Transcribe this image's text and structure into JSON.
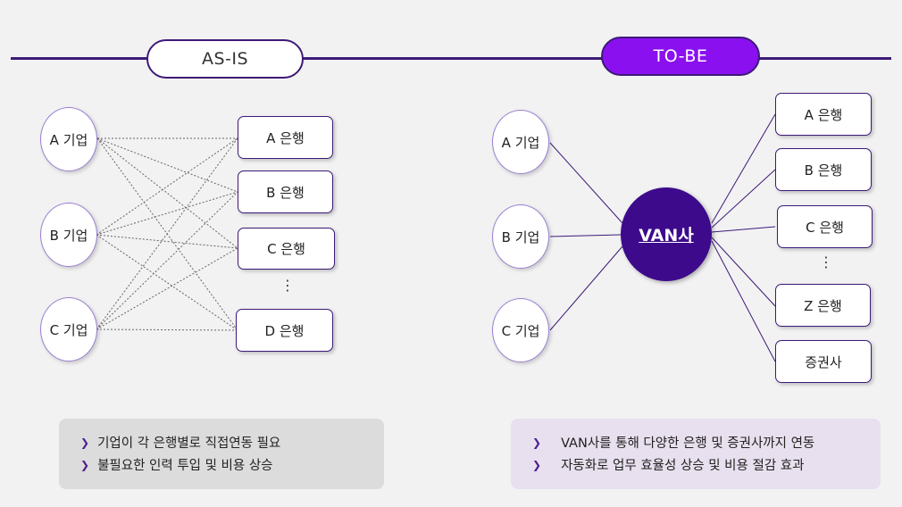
{
  "header": {
    "as_is": "AS-IS",
    "to_be": "TO-BE"
  },
  "as_is": {
    "companies": [
      "A 기업",
      "B 기업",
      "C 기업"
    ],
    "banks": [
      "A 은행",
      "B 은행",
      "C 은행",
      "D 은행"
    ],
    "ellipsis": "⋮",
    "notes": [
      "기업이 각 은행별로 직접연동 필요",
      "불필요한 인력 투입 및 비용 상승"
    ]
  },
  "to_be": {
    "companies": [
      "A 기업",
      "B 기업",
      "C 기업"
    ],
    "hub": "VAN사",
    "banks": [
      "A 은행",
      "B 은행",
      "C 은행",
      "Z 은행",
      "증권사"
    ],
    "ellipsis": "⋮",
    "notes": [
      "VAN사를 통해 다양한 은행 및 증권사까지 연동",
      "자동화로 업무 효율성 상승 및 비용 절감 효과"
    ]
  },
  "colors": {
    "primary": "#3d1a78",
    "accent": "#8a10f0",
    "hub": "#3d0a8c",
    "company_border": "#9b7fd4"
  },
  "icons": {
    "bullet": "chevron-right-icon"
  }
}
